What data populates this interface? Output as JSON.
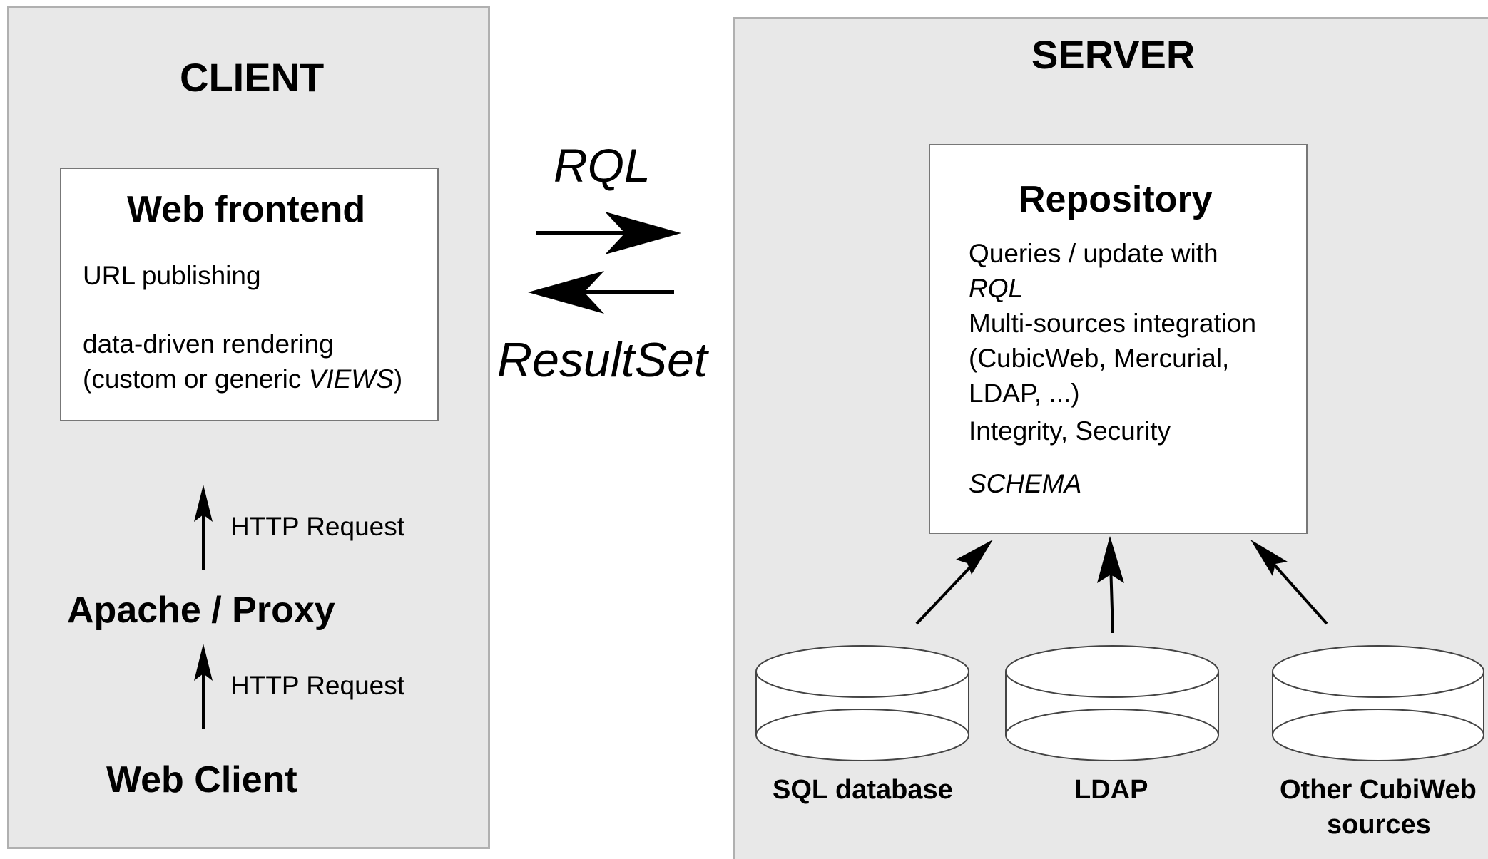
{
  "client": {
    "title": "CLIENT",
    "web_frontend": {
      "title": "Web frontend",
      "line1": "URL publishing",
      "line2": "data-driven rendering",
      "line3_prefix": "(custom or generic ",
      "line3_italic": "VIEWS",
      "line3_suffix": ")"
    },
    "http_request_upper": "HTTP Request",
    "apache_proxy": "Apache / Proxy",
    "http_request_lower": "HTTP Request",
    "web_client": "Web Client"
  },
  "exchange": {
    "rql": "RQL",
    "resultset": "ResultSet"
  },
  "server": {
    "title": "SERVER",
    "repository": {
      "title": "Repository",
      "line1": "Queries / update with",
      "line2": "RQL",
      "line3": "Multi-sources integration",
      "line4": "(CubicWeb, Mercurial,",
      "line5": "LDAP, ...)",
      "line6": "Integrity, Security",
      "line7": "SCHEMA"
    },
    "sources": [
      {
        "label": "SQL database"
      },
      {
        "label": "LDAP"
      },
      {
        "label_line1": "Other CubiWeb",
        "label_line2": "sources"
      }
    ]
  }
}
